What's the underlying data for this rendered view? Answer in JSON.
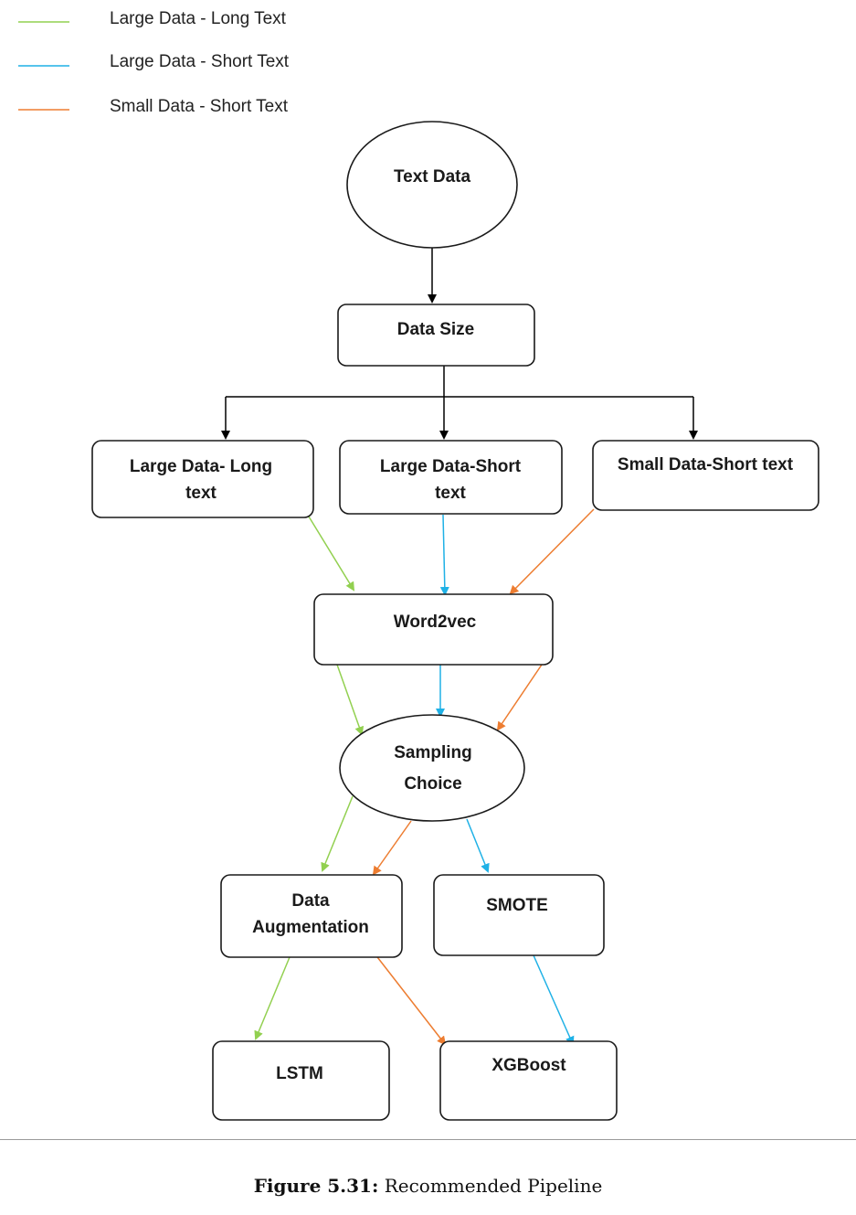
{
  "legend": [
    {
      "label": "Large Data - Long Text",
      "color": "#92d050"
    },
    {
      "label": "Large Data - Short Text",
      "color": "#1fb1e6"
    },
    {
      "label": "Small Data - Short Text",
      "color": "#ed7d31"
    }
  ],
  "nodes": {
    "text_data": {
      "lines": [
        "Text Data"
      ]
    },
    "data_size": {
      "lines": [
        "Data Size"
      ]
    },
    "large_long": {
      "lines": [
        "Large Data- Long",
        "text"
      ]
    },
    "large_short": {
      "lines": [
        "Large Data-Short",
        "text"
      ]
    },
    "small_short": {
      "lines": [
        "Small Data-Short text"
      ]
    },
    "word2vec": {
      "lines": [
        "Word2vec"
      ]
    },
    "sampling": {
      "lines": [
        "Sampling",
        "Choice"
      ]
    },
    "augmentation": {
      "lines": [
        "Data",
        "Augmentation"
      ]
    },
    "smote": {
      "lines": [
        "SMOTE"
      ]
    },
    "lstm": {
      "lines": [
        "LSTM"
      ]
    },
    "xgboost": {
      "lines": [
        "XGBoost"
      ]
    }
  },
  "edges": [
    {
      "from": "text_data",
      "to": "data_size",
      "color": "#000000"
    },
    {
      "from": "data_size",
      "to": "large_long",
      "color": "#000000"
    },
    {
      "from": "data_size",
      "to": "large_short",
      "color": "#000000"
    },
    {
      "from": "data_size",
      "to": "small_short",
      "color": "#000000"
    },
    {
      "from": "large_long",
      "to": "word2vec",
      "color": "#92d050"
    },
    {
      "from": "large_short",
      "to": "word2vec",
      "color": "#1fb1e6"
    },
    {
      "from": "small_short",
      "to": "word2vec",
      "color": "#ed7d31"
    },
    {
      "from": "word2vec",
      "to": "sampling",
      "color": "#92d050"
    },
    {
      "from": "word2vec",
      "to": "sampling",
      "color": "#1fb1e6"
    },
    {
      "from": "word2vec",
      "to": "sampling",
      "color": "#ed7d31"
    },
    {
      "from": "sampling",
      "to": "augmentation",
      "color": "#92d050"
    },
    {
      "from": "sampling",
      "to": "augmentation",
      "color": "#ed7d31"
    },
    {
      "from": "sampling",
      "to": "smote",
      "color": "#1fb1e6"
    },
    {
      "from": "augmentation",
      "to": "lstm",
      "color": "#92d050"
    },
    {
      "from": "augmentation",
      "to": "xgboost",
      "color": "#ed7d31"
    },
    {
      "from": "smote",
      "to": "xgboost",
      "color": "#1fb1e6"
    }
  ],
  "caption": {
    "label": "Figure 5.31:",
    "text": "Recommended Pipeline"
  }
}
